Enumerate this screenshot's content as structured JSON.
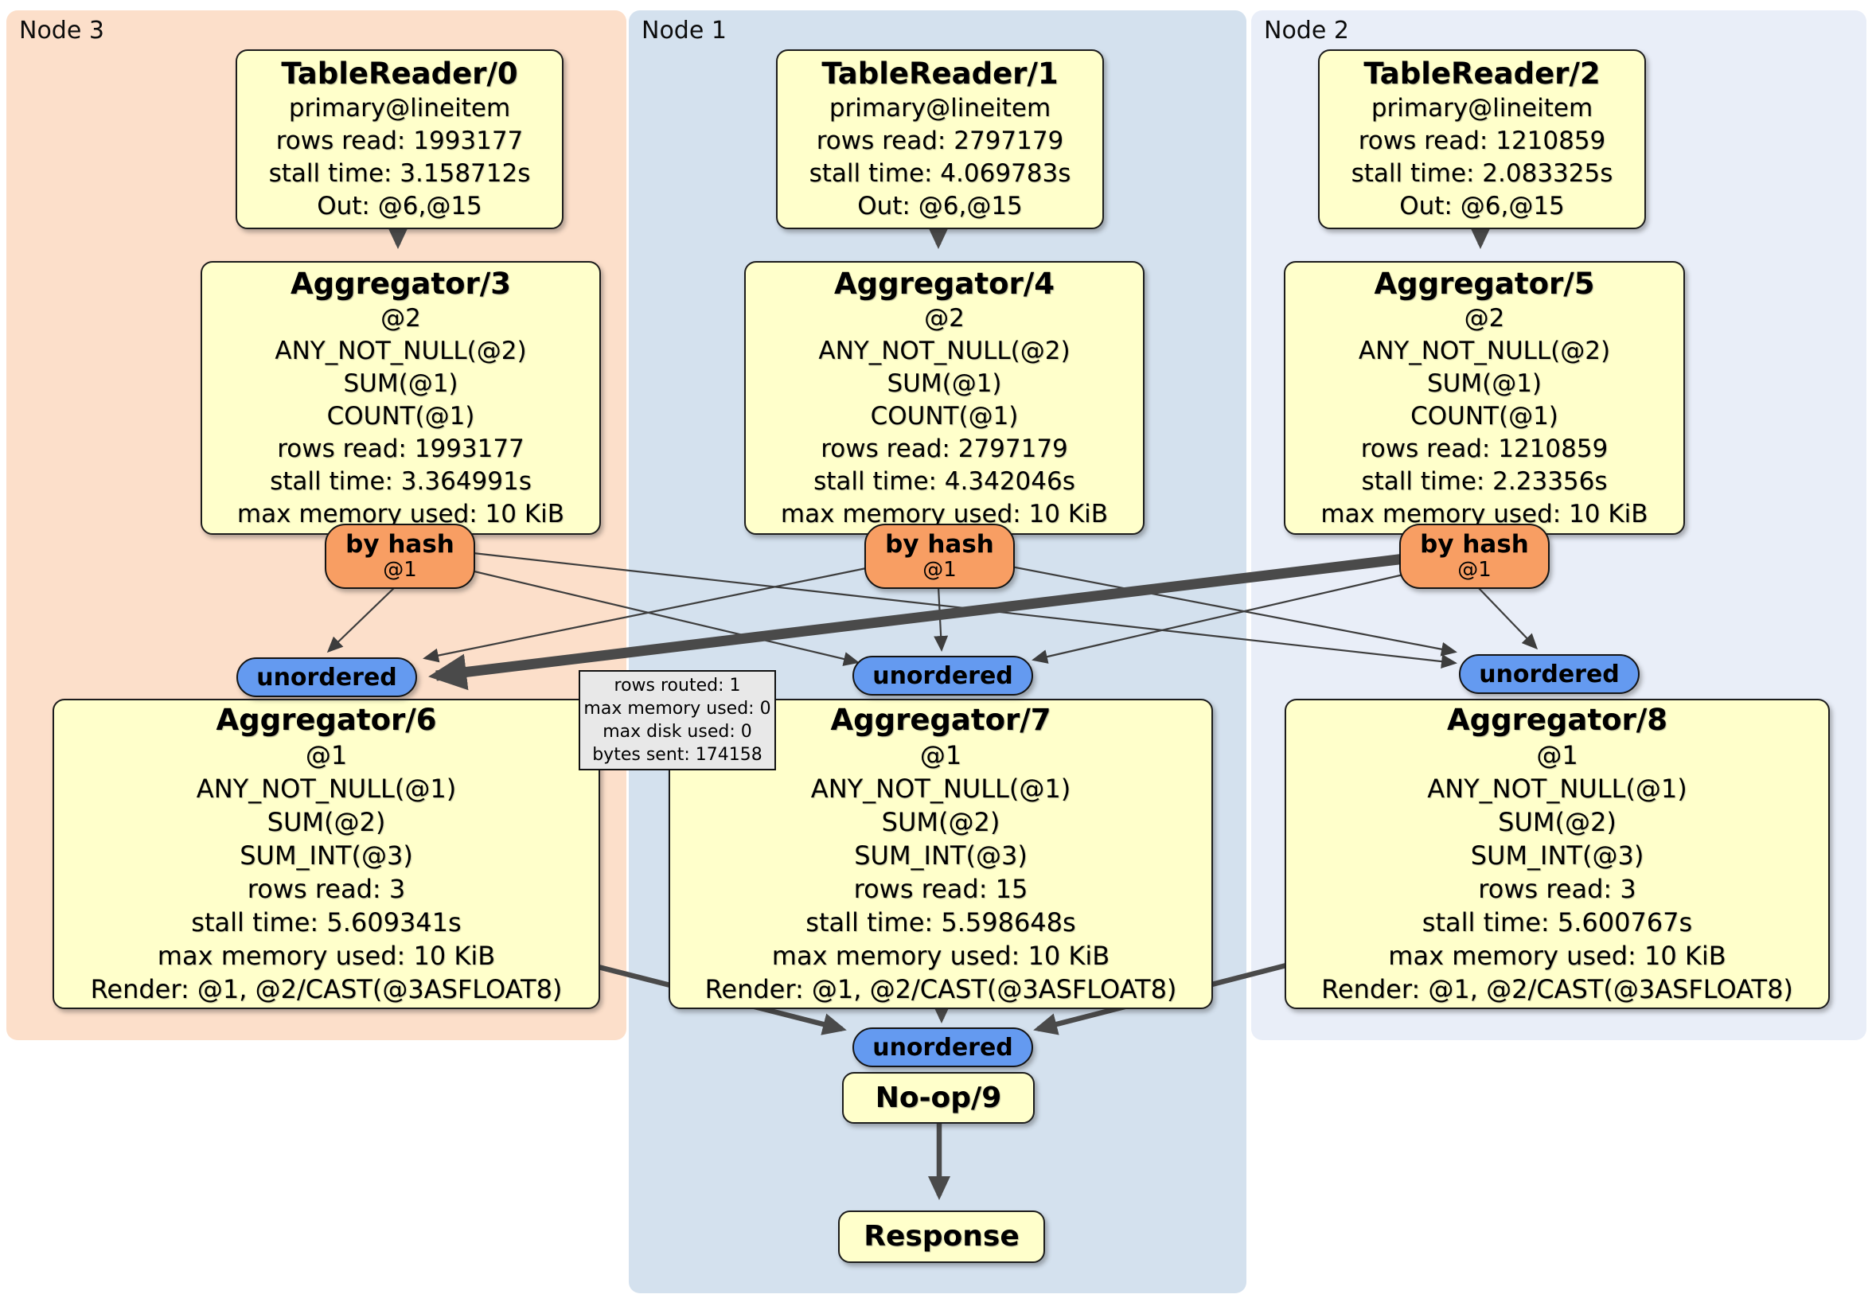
{
  "panels": [
    {
      "label": "Node 3"
    },
    {
      "label": "Node 1"
    },
    {
      "label": "Node 2"
    }
  ],
  "processors": {
    "tr0": {
      "title": "TableReader/0",
      "lines": [
        "primary@lineitem",
        "rows read: 1993177",
        "stall time: 3.158712s",
        "Out: @6,@15"
      ]
    },
    "tr1": {
      "title": "TableReader/1",
      "lines": [
        "primary@lineitem",
        "rows read: 2797179",
        "stall time: 4.069783s",
        "Out: @6,@15"
      ]
    },
    "tr2": {
      "title": "TableReader/2",
      "lines": [
        "primary@lineitem",
        "rows read: 1210859",
        "stall time: 2.083325s",
        "Out: @6,@15"
      ]
    },
    "agg3": {
      "title": "Aggregator/3",
      "lines": [
        "@2",
        "ANY_NOT_NULL(@2)",
        "SUM(@1)",
        "COUNT(@1)",
        "rows read: 1993177",
        "stall time: 3.364991s",
        "max memory used: 10 KiB"
      ]
    },
    "agg4": {
      "title": "Aggregator/4",
      "lines": [
        "@2",
        "ANY_NOT_NULL(@2)",
        "SUM(@1)",
        "COUNT(@1)",
        "rows read: 2797179",
        "stall time: 4.342046s",
        "max memory used: 10 KiB"
      ]
    },
    "agg5": {
      "title": "Aggregator/5",
      "lines": [
        "@2",
        "ANY_NOT_NULL(@2)",
        "SUM(@1)",
        "COUNT(@1)",
        "rows read: 1210859",
        "stall time: 2.23356s",
        "max memory used: 10 KiB"
      ]
    },
    "agg6": {
      "title": "Aggregator/6",
      "lines": [
        "@1",
        "ANY_NOT_NULL(@1)",
        "SUM(@2)",
        "SUM_INT(@3)",
        "rows read: 3",
        "stall time: 5.609341s",
        "max memory used: 10 KiB",
        "Render: @1, @2/CAST(@3ASFLOAT8)"
      ]
    },
    "agg7": {
      "title": "Aggregator/7",
      "lines": [
        "@1",
        "ANY_NOT_NULL(@1)",
        "SUM(@2)",
        "SUM_INT(@3)",
        "rows read: 15",
        "stall time: 5.598648s",
        "max memory used: 10 KiB",
        "Render: @1, @2/CAST(@3ASFLOAT8)"
      ]
    },
    "agg8": {
      "title": "Aggregator/8",
      "lines": [
        "@1",
        "ANY_NOT_NULL(@1)",
        "SUM(@2)",
        "SUM_INT(@3)",
        "rows read: 3",
        "stall time: 5.600767s",
        "max memory used: 10 KiB",
        "Render: @1, @2/CAST(@3ASFLOAT8)"
      ]
    },
    "noop": {
      "title": "No-op/9",
      "lines": []
    },
    "response": {
      "title": "Response",
      "lines": []
    }
  },
  "routers": {
    "r3": {
      "label": "by hash",
      "detail": "@1"
    },
    "r4": {
      "label": "by hash",
      "detail": "@1"
    },
    "r5": {
      "label": "by hash",
      "detail": "@1"
    }
  },
  "syncs": {
    "s3": {
      "label": "unordered"
    },
    "s1": {
      "label": "unordered"
    },
    "s2": {
      "label": "unordered"
    },
    "sfinal": {
      "label": "unordered"
    }
  },
  "tooltip": {
    "lines": [
      "rows routed: 1",
      "max memory used: 0",
      "max disk used: 0",
      "bytes sent: 174158"
    ]
  },
  "colors": {
    "node3_bg": "#fcdfca",
    "node1_bg": "#d4e1ee",
    "node2_bg": "#e9eef8",
    "processor_bg": "#ffffcb",
    "router_bg": "#f89e63",
    "sync_bg": "#649af0",
    "tooltip_bg": "#e8e8e8",
    "edge": "#4a4a4a"
  }
}
